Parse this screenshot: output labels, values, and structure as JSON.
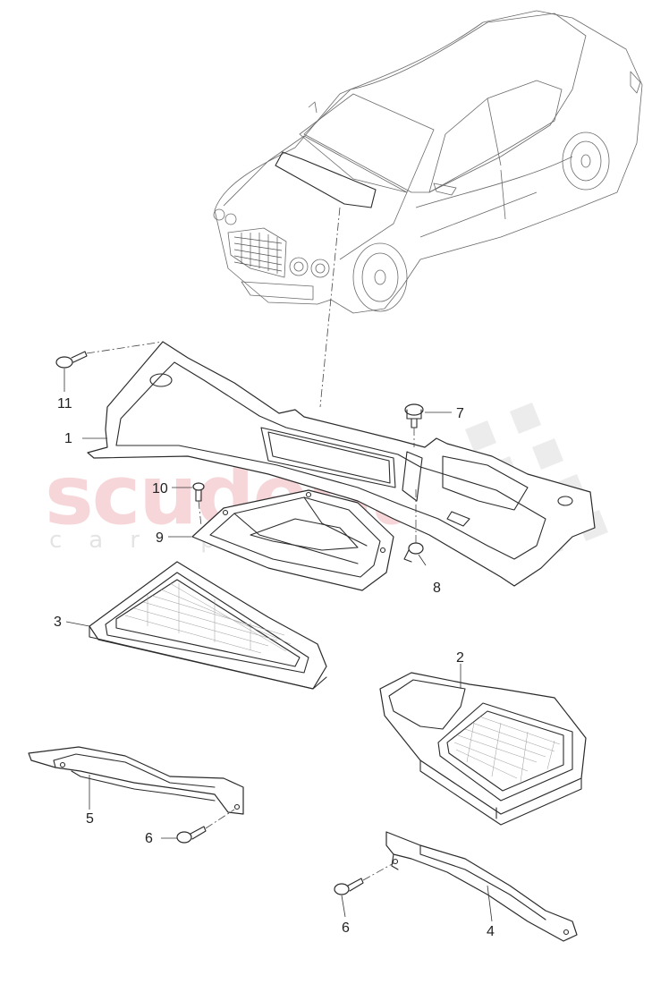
{
  "watermark": {
    "brand": "scuderia",
    "sub": "car parts"
  },
  "callouts": {
    "n1": "1",
    "n2": "2",
    "n3": "3",
    "n4": "4",
    "n5": "5",
    "n6a": "6",
    "n6b": "6",
    "n7": "7",
    "n8": "8",
    "n9": "9",
    "n10": "10",
    "n11": "11"
  },
  "colors": {
    "watermark_red": "#f2c4c8",
    "watermark_grey": "#e2e2e2",
    "line": "#2b2b2b"
  }
}
